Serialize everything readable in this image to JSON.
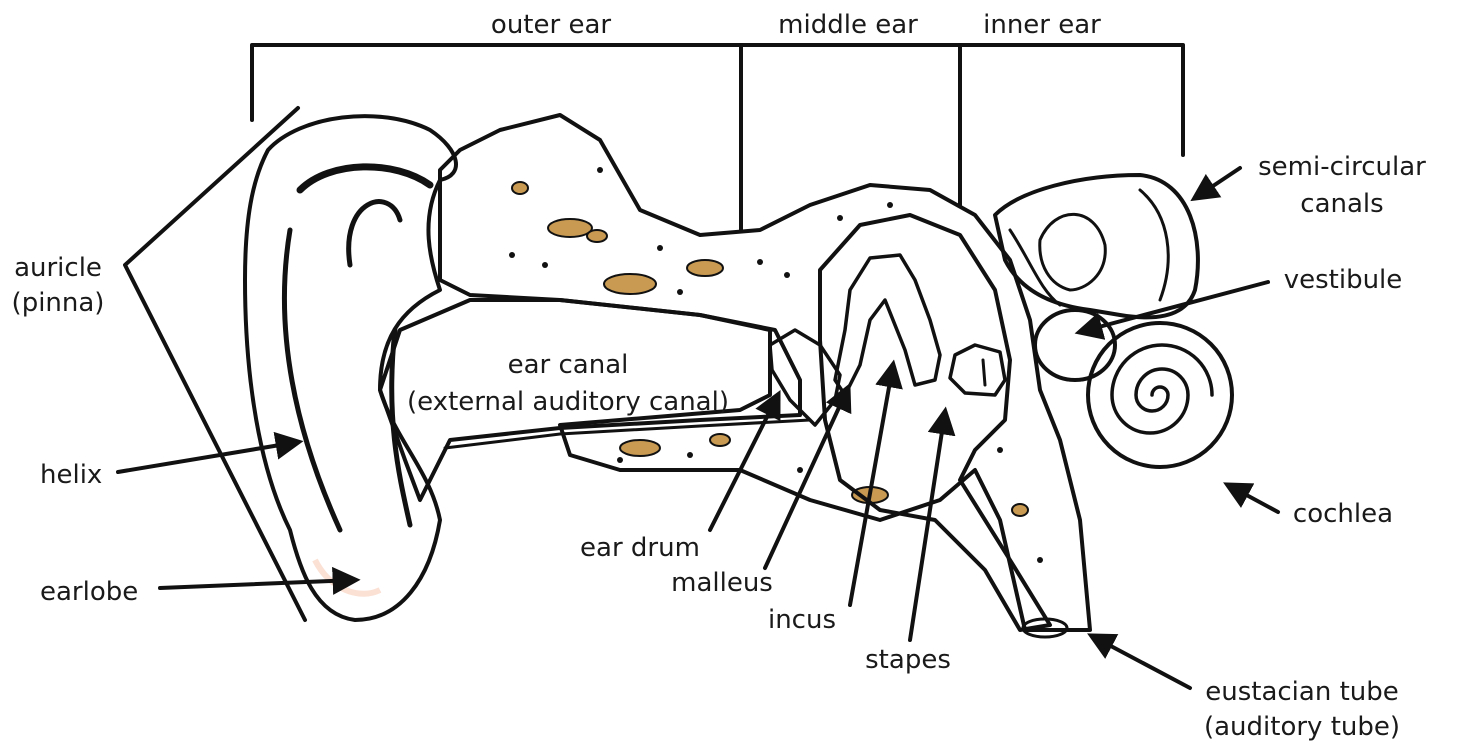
{
  "sections": {
    "outer_ear": "outer ear",
    "middle_ear": "middle ear",
    "inner_ear": "inner ear"
  },
  "labels": {
    "auricle": [
      "auricle",
      "(pinna)"
    ],
    "helix": "helix",
    "earlobe": "earlobe",
    "ear_canal": [
      "ear canal",
      "(external auditory canal)"
    ],
    "ear_drum": "ear drum",
    "malleus": "malleus",
    "incus": "incus",
    "stapes": "stapes",
    "semicircular_canals": [
      "semi-circular",
      "canals"
    ],
    "vestibule": "vestibule",
    "cochlea": "cochlea",
    "eustachian_tube": [
      "eustacian tube",
      "(auditory tube)"
    ]
  },
  "colors": {
    "skin": "#f0a58c",
    "skin_light": "#f8c7b3",
    "bone": "#f4e64a",
    "middle_ear": "#e79aa0",
    "ossicle": "#f6cdd3",
    "inner_ear": "#d47a1c",
    "eardrum": "#5a5e5e",
    "outline": "#111111"
  }
}
